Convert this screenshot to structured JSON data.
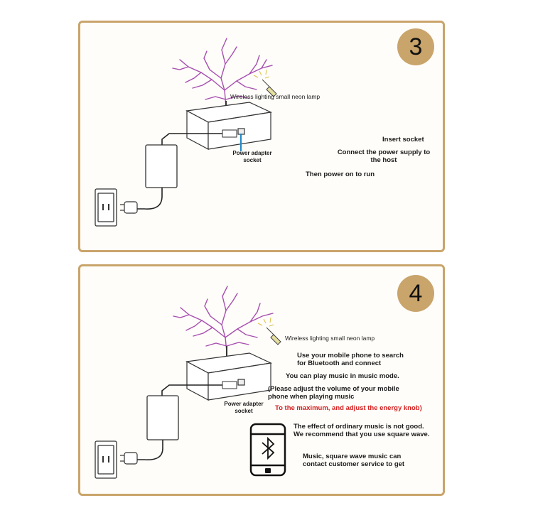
{
  "step3": {
    "badge": "3",
    "lamp_label": "Wireless lighting small neon lamp",
    "adapter_label_line1": "Power adapter",
    "adapter_label_line2": "socket",
    "instructions": {
      "insert_socket": "Insert socket",
      "connect_line1": "Connect the power supply to",
      "connect_line2": "the host",
      "power_on": "Then power on to run"
    }
  },
  "step4": {
    "badge": "4",
    "lamp_label": "Wireless lighting small neon lamp",
    "adapter_label_line1": "Power adapter",
    "adapter_label_line2": "socket",
    "instructions": {
      "phone_line1": "Use your mobile phone to search",
      "phone_line2": "for Bluetooth and connect",
      "music_mode": "You can play music in music mode.",
      "adjust_line1": "(Please adjust the volume of your mobile",
      "adjust_line2": "phone when playing music",
      "adjust_red": "To the maximum, and adjust the energy knob)",
      "ordinary_line1": "The effect of ordinary music is not good.",
      "ordinary_line2": "We recommend that you use square wave.",
      "contact_line1": "Music, square wave music can",
      "contact_line2": "contact customer service to get"
    }
  },
  "colors": {
    "frame": "#c9a46b",
    "badge": "#c9a46b",
    "arc": "#a64fb0",
    "warning_text": "#d31f1f",
    "pointer_line": "#1e88c8"
  },
  "icons": [
    "tesla-coil-arc-icon",
    "neon-lamp-icon",
    "power-outlet-icon",
    "power-adapter-icon",
    "plug-icon",
    "bluetooth-phone-icon"
  ]
}
